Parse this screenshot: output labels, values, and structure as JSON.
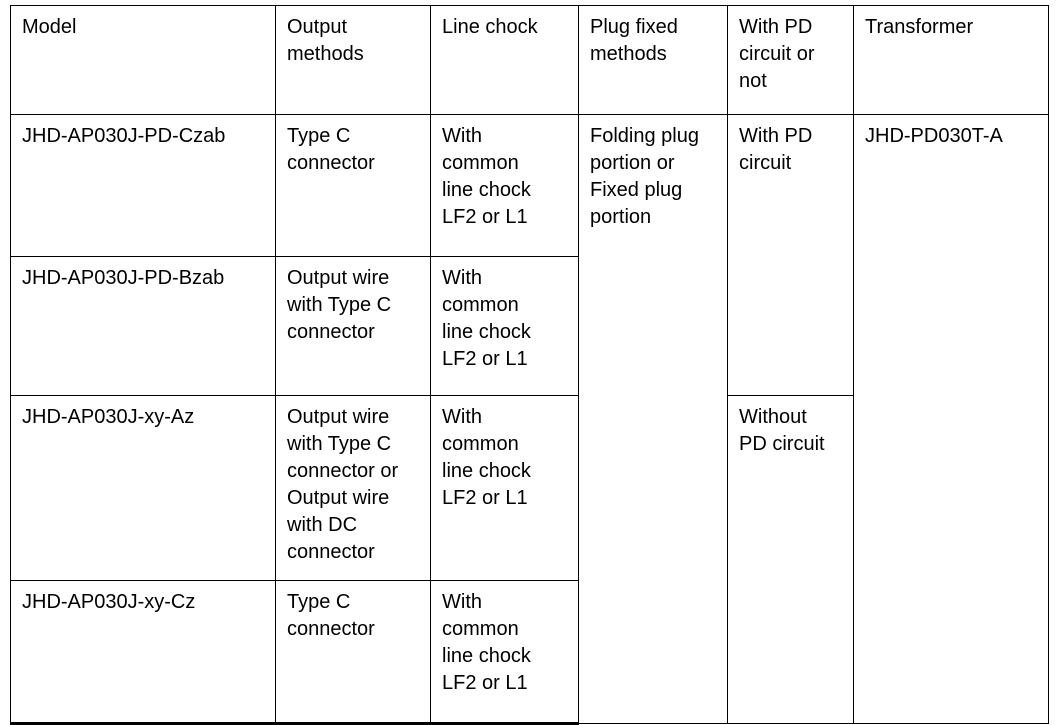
{
  "table": {
    "columns": [
      {
        "key": "model",
        "header": "Model"
      },
      {
        "key": "output",
        "header": "Output\nmethods"
      },
      {
        "key": "chock",
        "header": "Line chock"
      },
      {
        "key": "plug",
        "header": "Plug fixed\nmethods"
      },
      {
        "key": "pd",
        "header": "With PD\ncircuit or\nnot"
      },
      {
        "key": "transformer",
        "header": "Transformer"
      }
    ],
    "rows": [
      {
        "model": "JHD-AP030J-PD-Czab",
        "output": "Type C\nconnector",
        "chock": "With\ncommon\nline chock\nLF2 or L1",
        "plug": "Folding plug\nportion or\nFixed plug\nportion",
        "pd": "With PD\ncircuit",
        "transformer": "JHD-PD030T-A"
      },
      {
        "model": "JHD-AP030J-PD-Bzab",
        "output": "Output wire\nwith Type C\nconnector",
        "chock": "With\ncommon\nline chock\nLF2 or L1"
      },
      {
        "model": "JHD-AP030J-xy-Az",
        "output": "Output wire\nwith Type C\nconnector or\nOutput wire\nwith DC\nconnector",
        "chock": "With\ncommon\nline chock\nLF2 or L1",
        "pd": "Without\nPD circuit"
      },
      {
        "model": "JHD-AP030J-xy-Cz",
        "output": "Type C\nconnector",
        "chock": "With\ncommon\nline chock\nLF2 or L1"
      }
    ]
  }
}
